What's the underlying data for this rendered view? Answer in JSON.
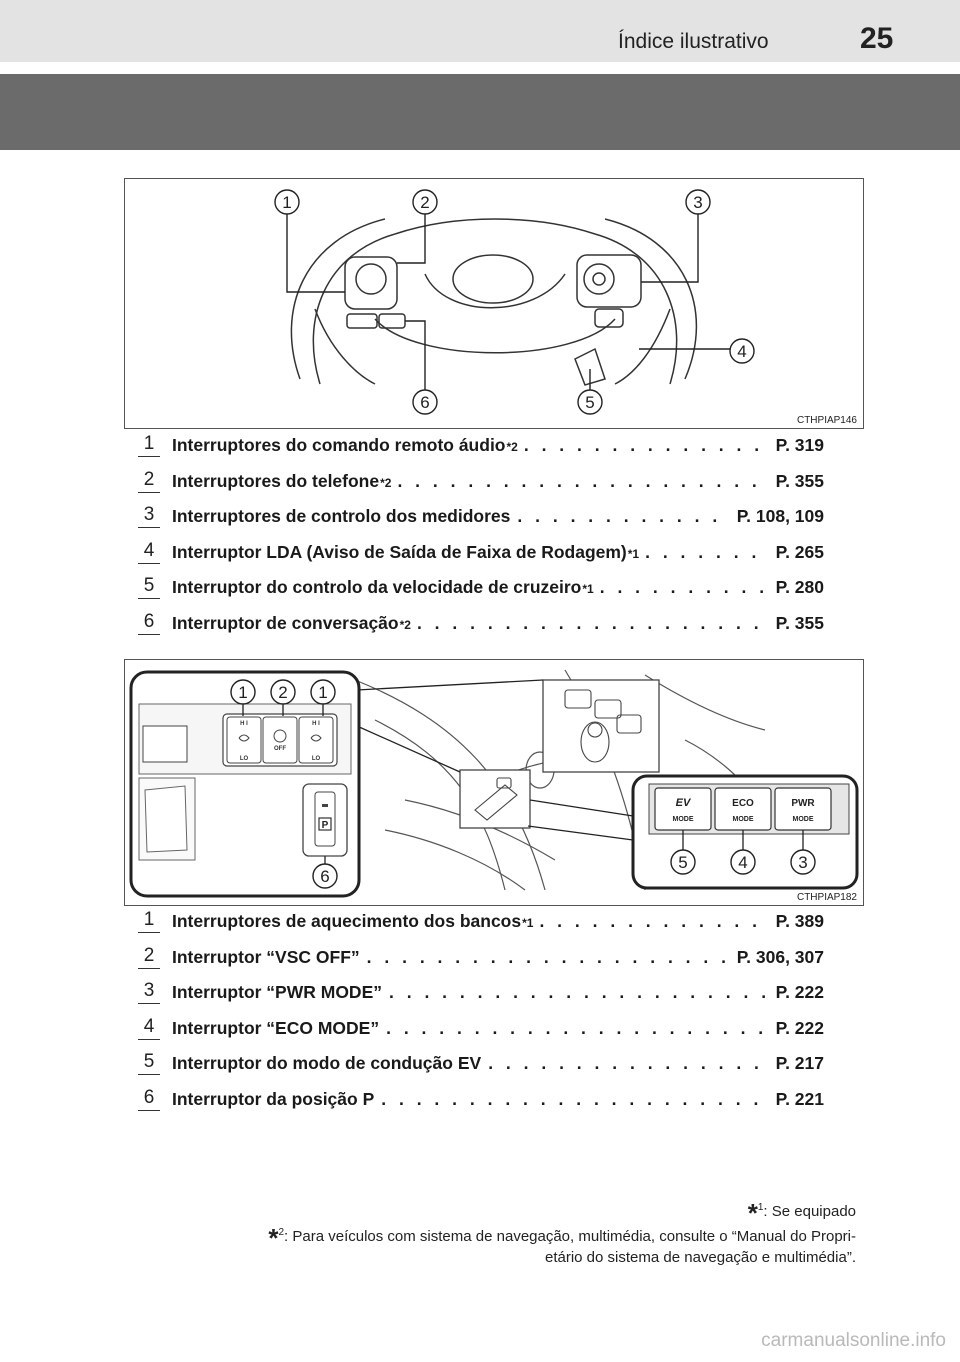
{
  "header": {
    "title": "Índice ilustrativo",
    "page_number": "25"
  },
  "figure1": {
    "code": "CTHPIAP146",
    "callouts": [
      "1",
      "2",
      "3",
      "4",
      "5",
      "6"
    ]
  },
  "list1": [
    {
      "num": "1",
      "text": "Interruptores do comando remoto áudio",
      "note": "*2",
      "ref": "P. 319"
    },
    {
      "num": "2",
      "text": "Interruptores do telefone",
      "note": "*2",
      "ref": "P. 355"
    },
    {
      "num": "3",
      "text": "Interruptores de controlo dos medidores",
      "note": "",
      "ref": "P. 108, 109"
    },
    {
      "num": "4",
      "text": "Interruptor LDA (Aviso de Saída de Faixa de Rodagem)",
      "note": "*1",
      "ref": "P. 265"
    },
    {
      "num": "5",
      "text": "Interruptor do controlo da velocidade de cruzeiro",
      "note": "*1",
      "ref": "P. 280"
    },
    {
      "num": "6",
      "text": "Interruptor de conversação",
      "note": "*2",
      "ref": "P. 355"
    }
  ],
  "figure2": {
    "code": "CTHPIAP182",
    "callouts_top": [
      "1",
      "2",
      "1"
    ],
    "callouts_mode": [
      "5",
      "4",
      "3"
    ],
    "callout_p": "6",
    "button_hi": "H I",
    "button_lo": "LO",
    "button_off": "OFF",
    "button_p": "P",
    "mode_ev_top": "EV",
    "mode_ev_bottom": "MODE",
    "mode_eco_top": "ECO",
    "mode_eco_bottom": "MODE",
    "mode_pwr_top": "PWR",
    "mode_pwr_bottom": "MODE"
  },
  "list2": [
    {
      "num": "1",
      "text": "Interruptores de aquecimento dos bancos",
      "note": "*1",
      "ref": "P. 389"
    },
    {
      "num": "2",
      "text": "Interruptor “VSC OFF”",
      "note": "",
      "ref": "P. 306, 307"
    },
    {
      "num": "3",
      "text": "Interruptor “PWR MODE”",
      "note": "",
      "ref": "P. 222"
    },
    {
      "num": "4",
      "text": "Interruptor “ECO MODE”",
      "note": "",
      "ref": "P. 222"
    },
    {
      "num": "5",
      "text": "Interruptor do modo de condução EV",
      "note": "",
      "ref": "P. 217"
    },
    {
      "num": "6",
      "text": "Interruptor da posição P",
      "note": "",
      "ref": "P. 221"
    }
  ],
  "footnotes": {
    "star": "*",
    "fn1_sub": "1",
    "fn1_text": ": Se equipado",
    "fn2_sub": "2",
    "fn2_text_line1": ": Para veículos com sistema de navegação, multimédia, consulte o “Manual do Propri-",
    "fn2_text_line2": "etário do sistema de navegação e multimédia”."
  },
  "watermark": "carmanualsonline.info"
}
